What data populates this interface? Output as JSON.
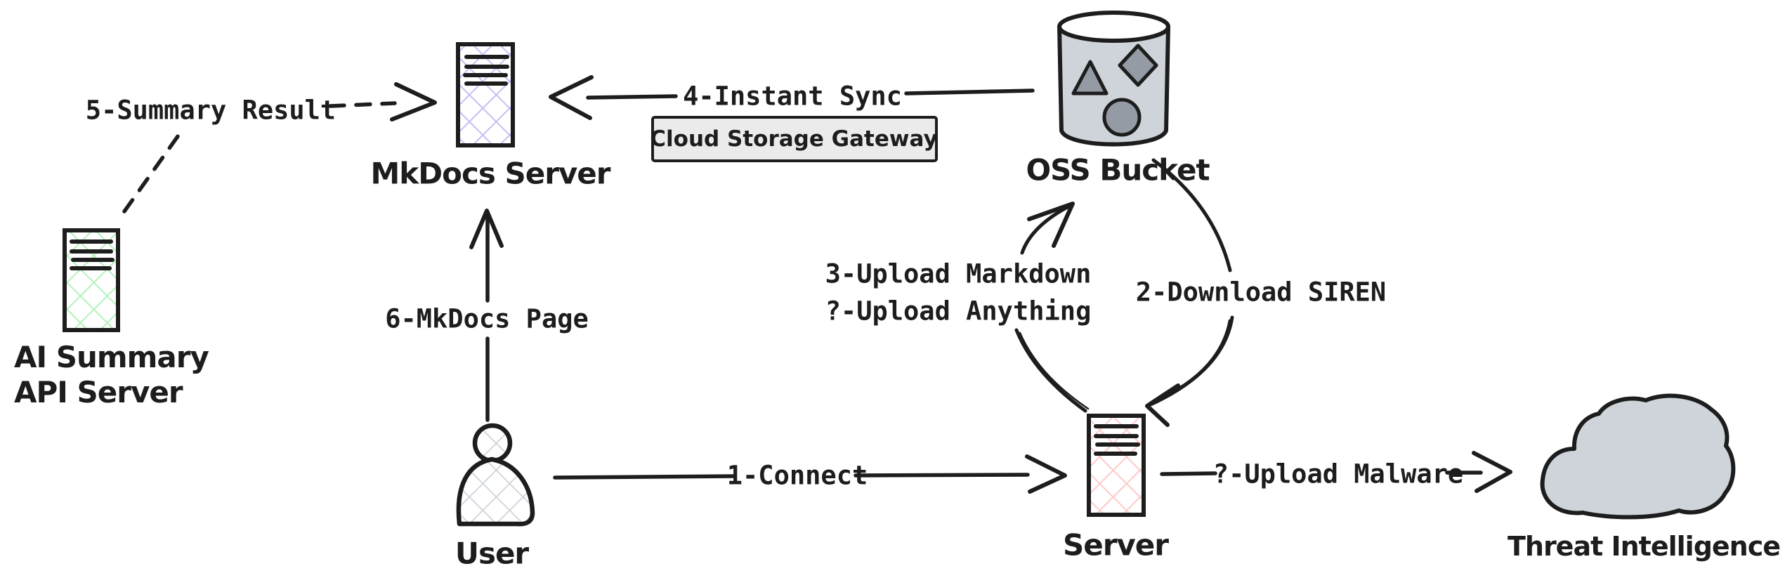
{
  "canvas": {
    "background": "#ffffff",
    "ink": "#1d1d1d"
  },
  "nodes": {
    "ai_api_server": {
      "label": [
        "AI Summary",
        "API Server"
      ],
      "icon": "server",
      "fill": "#b2f2bb"
    },
    "mkdocs_server": {
      "label": "MkDocs Server",
      "icon": "server",
      "fill": "#cabdf5"
    },
    "oss_bucket": {
      "label": "OSS Bucket",
      "icon": "bucket-cylinder",
      "fill": "#ced4da",
      "shapes_fill": "#949ba4"
    },
    "user": {
      "label": "User",
      "icon": "person",
      "fill": "#ced4da"
    },
    "server": {
      "label": "Server",
      "icon": "server",
      "fill": "#ffc9c9"
    },
    "threat_intelligence": {
      "label": "Threat Intelligence",
      "icon": "cloud",
      "fill": "#ced4da"
    }
  },
  "edges": {
    "connect": {
      "label": "1-Connect",
      "from": "user",
      "to": "server",
      "style": "solid"
    },
    "download_siren": {
      "label": "2-Download SIREN",
      "from": "oss_bucket",
      "to": "server",
      "style": "solid"
    },
    "upload_markdown": {
      "label": [
        "3-Upload Markdown",
        "?-Upload Anything"
      ],
      "from": "server",
      "to": "oss_bucket",
      "style": "solid"
    },
    "instant_sync": {
      "label": "4-Instant Sync",
      "from": "oss_bucket",
      "to": "mkdocs_server",
      "style": "solid"
    },
    "summary_result": {
      "label": "5-Summary Result",
      "from": "ai_api_server",
      "to": "mkdocs_server",
      "style": "dashed"
    },
    "mkdocs_page": {
      "label": "6-MkDocs Page",
      "from": "user",
      "to": "mkdocs_server",
      "style": "solid"
    },
    "upload_malware": {
      "label": "?-Upload Malware",
      "from": "server",
      "to": "threat_intelligence",
      "style": "solid"
    }
  },
  "gateway_box": {
    "label": "Cloud Storage Gateway",
    "fill": "#ebebeb"
  }
}
